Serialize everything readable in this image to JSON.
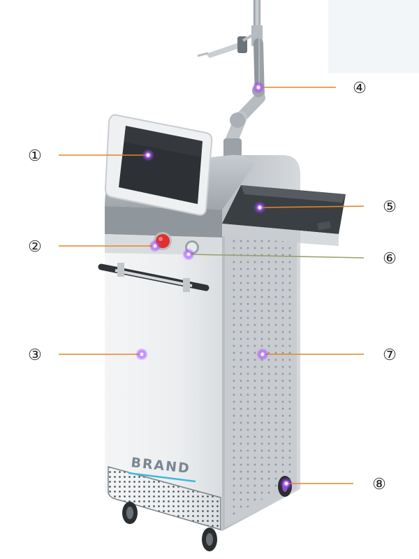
{
  "brand": {
    "text": "BRAND",
    "text_color": "#7b8793",
    "underline_color": "#41b8d8"
  },
  "colors": {
    "leader_line": "#e2862a",
    "marker_core": "#ffffff",
    "marker_glow": "#b04dff",
    "body_white": "#eef0f2",
    "metal": "#a9b0b6",
    "screen": "#2d3135",
    "emergency_button": "#e0312f"
  },
  "icons": {
    "emergency_stop": "red-round-button",
    "key_switch": "silver-knob",
    "wheels": "caster-wheel"
  },
  "callouts": [
    {
      "id": "1",
      "label": "①"
    },
    {
      "id": "2",
      "label": "②"
    },
    {
      "id": "3",
      "label": "③"
    },
    {
      "id": "4",
      "label": "④"
    },
    {
      "id": "5",
      "label": "⑤"
    },
    {
      "id": "6",
      "label": "⑥"
    },
    {
      "id": "7",
      "label": "⑦"
    },
    {
      "id": "8",
      "label": "⑧"
    }
  ]
}
